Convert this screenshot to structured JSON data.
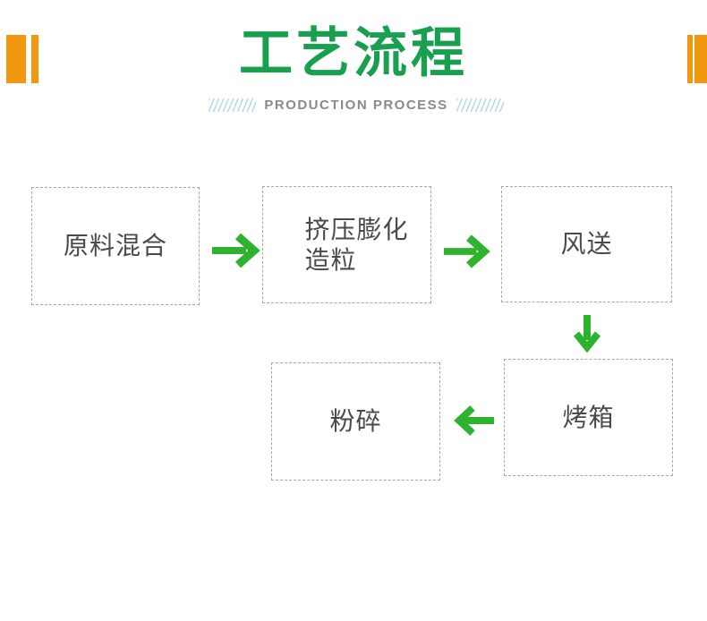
{
  "theme": {
    "title_green": "#18a04f",
    "arrow_green": "#2db32d",
    "accent_orange": "#f2980f",
    "hatch_blue": "#b5d9ec",
    "subtitle_gray": "#8a8a8a",
    "box_border_gray": "#a6a6a6",
    "box_text_gray": "#4a4a4a",
    "background": "#ffffff"
  },
  "header": {
    "title": "工艺流程",
    "subtitle": "PRODUCTION PROCESS"
  },
  "flow": {
    "steps": {
      "mix": {
        "label": "原料混合"
      },
      "extrude": {
        "line1": "挤压膨化",
        "line2": "造粒"
      },
      "airflow": {
        "label": "风送"
      },
      "oven": {
        "label": "烤箱"
      },
      "crush": {
        "label": "粉碎"
      }
    },
    "sequence": [
      "原料混合",
      "挤压膨化造粒",
      "风送",
      "烤箱",
      "粉碎"
    ],
    "connections": [
      {
        "from": "原料混合",
        "to": "挤压膨化造粒",
        "direction": "right"
      },
      {
        "from": "挤压膨化造粒",
        "to": "风送",
        "direction": "right"
      },
      {
        "from": "风送",
        "to": "烤箱",
        "direction": "down"
      },
      {
        "from": "烤箱",
        "to": "粉碎",
        "direction": "left"
      }
    ]
  }
}
